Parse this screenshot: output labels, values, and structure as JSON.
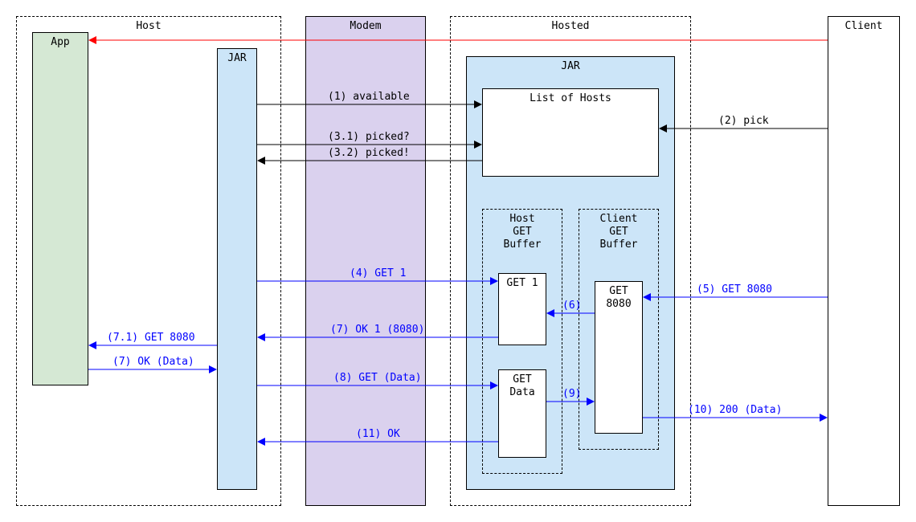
{
  "lanes": {
    "host": "Host",
    "modem": "Modem",
    "hosted": "Hosted",
    "client": "Client"
  },
  "boxes": {
    "app": "App",
    "host_jar": "JAR",
    "hosted_jar": "JAR",
    "list_of_hosts": "List of Hosts",
    "host_get_buffer": "Host\nGET\nBuffer",
    "client_get_buffer": "Client\nGET\nBuffer",
    "get1": "GET 1",
    "get8080": "GET\n8080",
    "get_data": "GET\nData"
  },
  "messages": {
    "m1": "(1) available",
    "m2": "(2) pick",
    "m3_1": "(3.1) picked?",
    "m3_2": "(3.2) picked!",
    "m4": "(4) GET 1",
    "m5": "(5) GET 8080",
    "m6": "(6)",
    "m7": "(7) OK 1 (8080)",
    "m7_1": "(7.1) GET 8080",
    "m7_app": "(7) OK (Data)",
    "m8": "(8) GET (Data)",
    "m9": "(9)",
    "m10": "(10) 200 (Data)",
    "m11": "(11) OK"
  },
  "colors": {
    "app_fill": "#d5e8d4",
    "jar_fill": "#cce5f8",
    "modem_fill": "#dad1ee",
    "black_arrow": "#000000",
    "blue_arrow": "#0000ff",
    "red_arrow": "#ff0000"
  }
}
